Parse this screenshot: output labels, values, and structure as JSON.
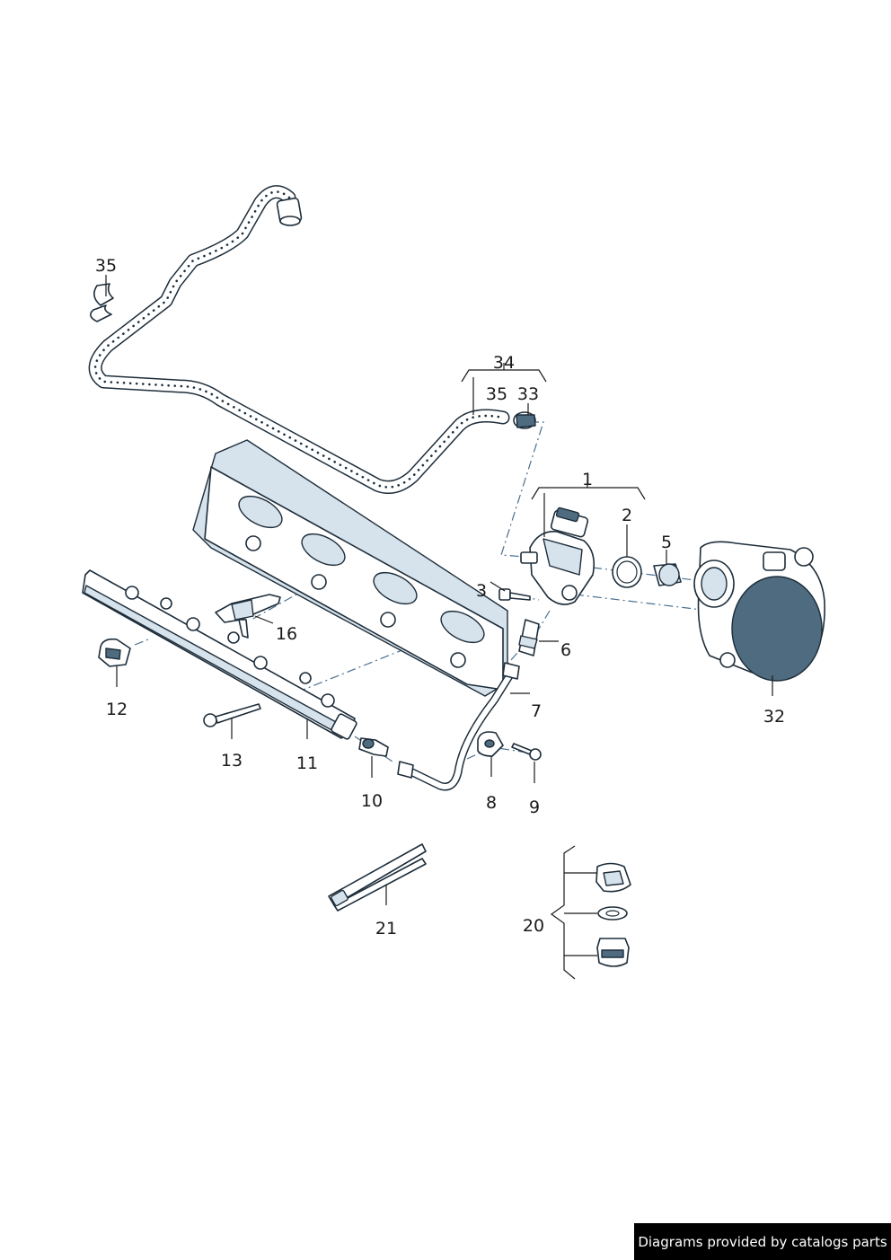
{
  "callouts": {
    "c1": "1",
    "c2": "2",
    "c3": "3",
    "c5": "5",
    "c6": "6",
    "c7": "7",
    "c8": "8",
    "c9": "9",
    "c10": "10",
    "c11": "11",
    "c12": "12",
    "c13": "13",
    "c16": "16",
    "c20": "20",
    "c21": "21",
    "c32": "32",
    "c33": "33",
    "c34": "34",
    "c35a": "35",
    "c35b": "35"
  },
  "watermark": "Diagrams provided by catalogs parts",
  "colors": {
    "outline": "#1d2d3a",
    "shade": "#d6e3ec",
    "dark": "#4f6b80",
    "dash": "#4a6f8f"
  }
}
